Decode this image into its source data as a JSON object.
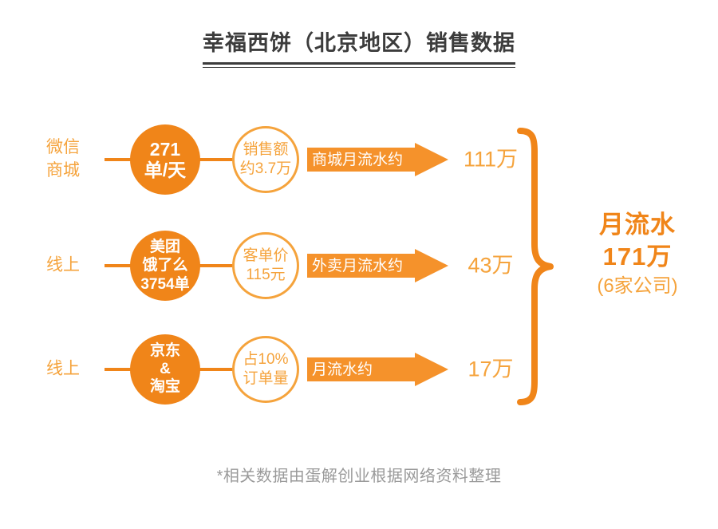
{
  "title": "幸福西饼（北京地区）销售数据",
  "footer": "*相关数据由蛋解创业根据网络资料整理",
  "colors": {
    "solid_orange": "#F08519",
    "light_orange": "#F5A33C",
    "arrow_orange": "#F5922B",
    "title_gray": "#3c3c3c",
    "footer_gray": "#9a9a9a",
    "background": "#ffffff"
  },
  "rows": [
    {
      "channel": "微信\n商城",
      "metric": "271\n单/天",
      "detail": "销售额\n约3.7万",
      "arrow_label": "商城月流水约",
      "value": "111万"
    },
    {
      "channel": "线上",
      "metric": "美团\n饿了么\n3754单",
      "detail": "客单价\n115元",
      "arrow_label": "外卖月流水约",
      "value": "43万"
    },
    {
      "channel": "线上",
      "metric": "京东\n&\n淘宝",
      "detail": "占10%\n订单量",
      "arrow_label": "月流水约",
      "value": "17万"
    }
  ],
  "summary": {
    "line1": "月流水",
    "line2": "171万",
    "note": "(6家公司)"
  },
  "chart_data": {
    "type": "diagram",
    "title": "幸福西饼（北京地区）销售数据",
    "categories": [
      "微信商城",
      "线上(美团/饿了么)",
      "线上(京东&淘宝)"
    ],
    "values": [
      111,
      43,
      17
    ],
    "unit": "万元/月",
    "total": 171,
    "total_label": "月流水 171万 (6家公司)",
    "annotations": [
      "微信商城: 271单/天, 销售额约3.7万, 商城月流水约111万",
      "美团饿了么: 3754单, 客单价115元, 外卖月流水约43万",
      "京东&淘宝: 占10%订单量, 月流水约17万"
    ],
    "source": "*相关数据由蛋解创业根据网络资料整理"
  }
}
